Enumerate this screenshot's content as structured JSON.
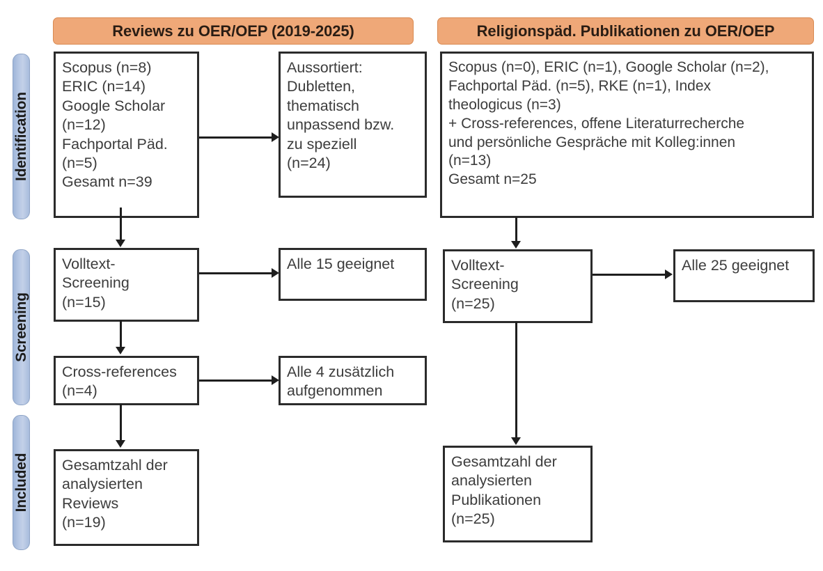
{
  "diagram": {
    "type": "prisma-flow-diagram",
    "columns": [
      {
        "id": "reviews",
        "header": "Reviews zu OER/OEP (2019-2025)"
      },
      {
        "id": "religionspaed",
        "header": "Religionspäd. Publikationen zu OER/OEP"
      }
    ],
    "stages": [
      {
        "id": "identification",
        "label": "Identification"
      },
      {
        "id": "screening",
        "label": "Screening"
      },
      {
        "id": "included",
        "label": "Included"
      }
    ],
    "boxes": {
      "left_identification_sources": "Scopus (n=8)\nERIC (n=14)\nGoogle Scholar\n(n=12)\nFachportal Päd.\n(n=5)\nGesamt n=39",
      "left_identification_excluded": "Aussortiert:\nDubletten,\nthematisch\nunpassend bzw.\nzu speziell\n(n=24)",
      "left_screening_fulltext": "Volltext-\nScreening\n(n=15)",
      "left_screening_fulltext_result": "Alle 15 geeignet",
      "left_screening_crossrefs": "Cross-references\n(n=4)",
      "left_screening_crossrefs_result": "Alle 4 zusätzlich\naufgenommen",
      "left_included_total": "Gesamtzahl der\nanalysierten\nReviews\n(n=19)",
      "right_identification_sources": "Scopus (n=0), ERIC (n=1), Google Scholar (n=2),\nFachportal Päd. (n=5), RKE (n=1), Index\ntheologicus (n=3)\n+ Cross-references, offene Literaturrecherche\nund persönliche Gespräche mit Kolleg:innen\n(n=13)\nGesamt n=25",
      "right_screening_fulltext": "Volltext-\nScreening\n(n=25)",
      "right_screening_fulltext_result": "Alle 25 geeignet",
      "right_included_total": "Gesamtzahl der\nanalysierten\nPublikationen\n(n=25)"
    },
    "colors": {
      "header_fill": "#efa878",
      "header_border": "#d98a52",
      "stage_fill": "#b4c7e7",
      "stage_border": "#8ea4c6",
      "box_border": "#2b2b2b",
      "connector": "#1e1e1e",
      "text": "#3c3c3c",
      "background": "#ffffff"
    },
    "counts": {
      "left_scopus": 8,
      "left_eric": 14,
      "left_google_scholar": 12,
      "left_fachportal": 5,
      "left_gesamt": 39,
      "left_excluded": 24,
      "left_fulltext_screening": 15,
      "left_crossrefs": 4,
      "left_included": 19,
      "right_scopus": 0,
      "right_eric": 1,
      "right_google_scholar": 2,
      "right_fachportal": 5,
      "right_rke": 1,
      "right_index_theologicus": 3,
      "right_other_sources": 13,
      "right_gesamt": 25,
      "right_fulltext_screening": 25,
      "right_included": 25
    }
  }
}
